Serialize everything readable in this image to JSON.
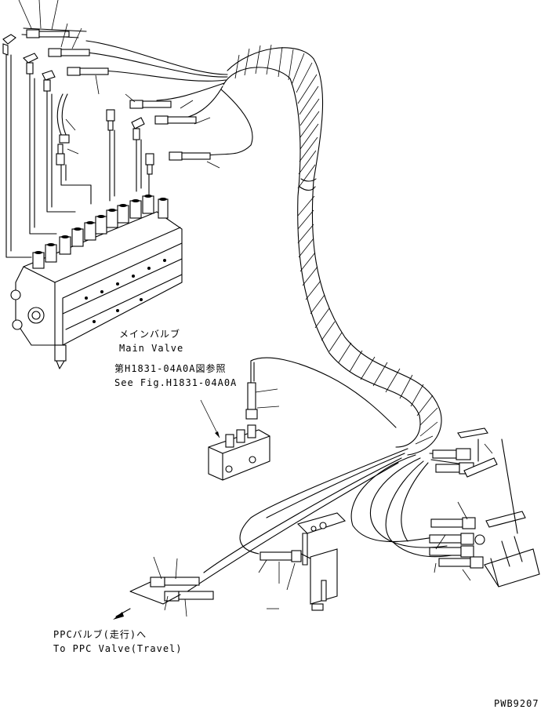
{
  "diagram": {
    "labels": {
      "main_valve_jp": "メインバルブ",
      "main_valve_en": "Main Valve",
      "see_fig_jp": "第H1831-04A0A図参照",
      "see_fig_en": "See Fig.H1831-04A0A",
      "ppc_valve_jp": "PPCバルブ(走行)へ",
      "ppc_valve_en": "To PPC Valve(Travel)",
      "drawing_code": "PWB9207"
    }
  }
}
